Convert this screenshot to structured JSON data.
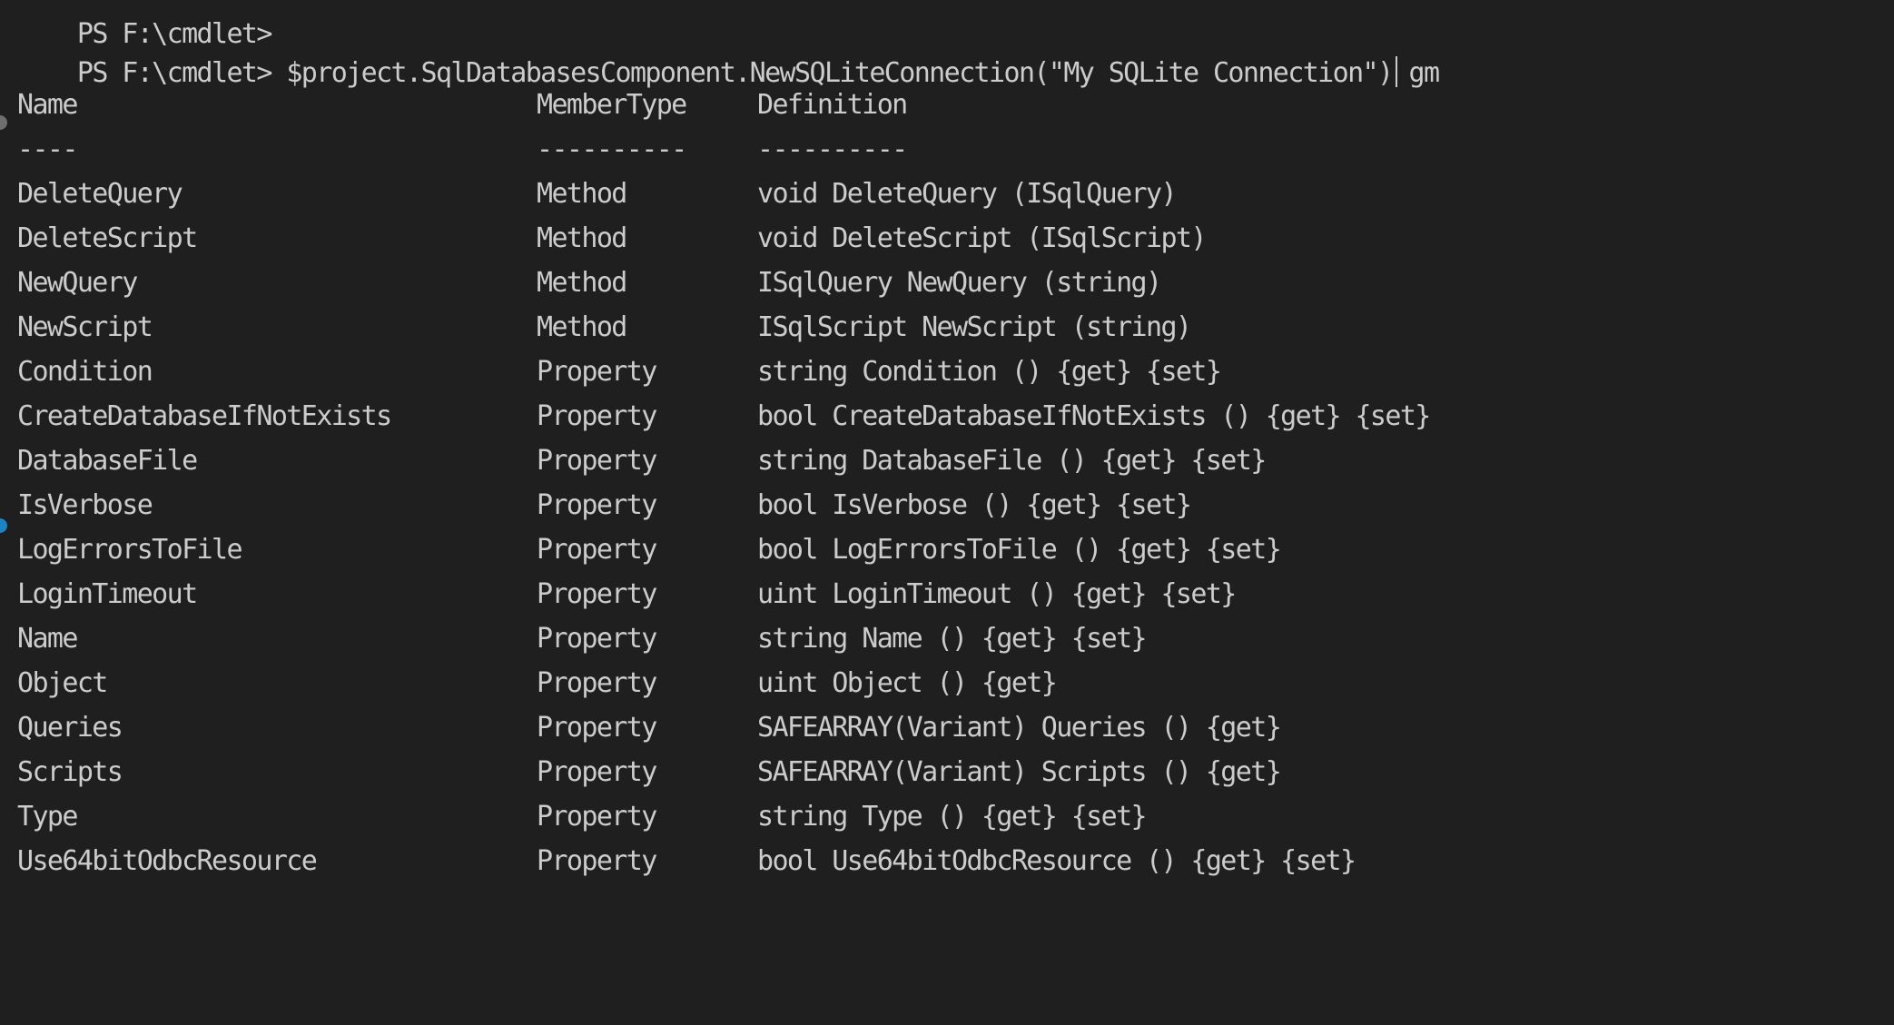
{
  "terminal": {
    "previous_prompt_partial": "PS F:\\cmdlet>",
    "prompt": "PS F:\\cmdlet>",
    "command": "$project.SqlDatabasesComponent.NewSQLiteConnection(\"My SQLite Connection\")",
    "pipe_command": "gm",
    "pipe_symbol": "|",
    "colors": {
      "background": "#1f1f1f",
      "text": "#cccccc",
      "decoration_default": "#6e6e6e",
      "decoration_success": "#1a85c2"
    },
    "table": {
      "headers": [
        "Name",
        "MemberType",
        "Definition"
      ],
      "separators": [
        "----",
        "----------",
        "----------"
      ],
      "rows": [
        {
          "name": "DeleteQuery",
          "type": "Method",
          "definition": "void DeleteQuery (ISqlQuery)"
        },
        {
          "name": "DeleteScript",
          "type": "Method",
          "definition": "void DeleteScript (ISqlScript)"
        },
        {
          "name": "NewQuery",
          "type": "Method",
          "definition": "ISqlQuery NewQuery (string)"
        },
        {
          "name": "NewScript",
          "type": "Method",
          "definition": "ISqlScript NewScript (string)"
        },
        {
          "name": "Condition",
          "type": "Property",
          "definition": "string Condition () {get} {set}"
        },
        {
          "name": "CreateDatabaseIfNotExists",
          "type": "Property",
          "definition": "bool CreateDatabaseIfNotExists () {get} {set}"
        },
        {
          "name": "DatabaseFile",
          "type": "Property",
          "definition": "string DatabaseFile () {get} {set}"
        },
        {
          "name": "IsVerbose",
          "type": "Property",
          "definition": "bool IsVerbose () {get} {set}"
        },
        {
          "name": "LogErrorsToFile",
          "type": "Property",
          "definition": "bool LogErrorsToFile () {get} {set}"
        },
        {
          "name": "LoginTimeout",
          "type": "Property",
          "definition": "uint LoginTimeout () {get} {set}"
        },
        {
          "name": "Name",
          "type": "Property",
          "definition": "string Name () {get} {set}"
        },
        {
          "name": "Object",
          "type": "Property",
          "definition": "uint Object () {get}"
        },
        {
          "name": "Queries",
          "type": "Property",
          "definition": "SAFEARRAY(Variant) Queries () {get}"
        },
        {
          "name": "Scripts",
          "type": "Property",
          "definition": "SAFEARRAY(Variant) Scripts () {get}"
        },
        {
          "name": "Type",
          "type": "Property",
          "definition": "string Type () {get} {set}"
        },
        {
          "name": "Use64bitOdbcResource",
          "type": "Property",
          "definition": "bool Use64bitOdbcResource () {get} {set}"
        }
      ]
    }
  }
}
